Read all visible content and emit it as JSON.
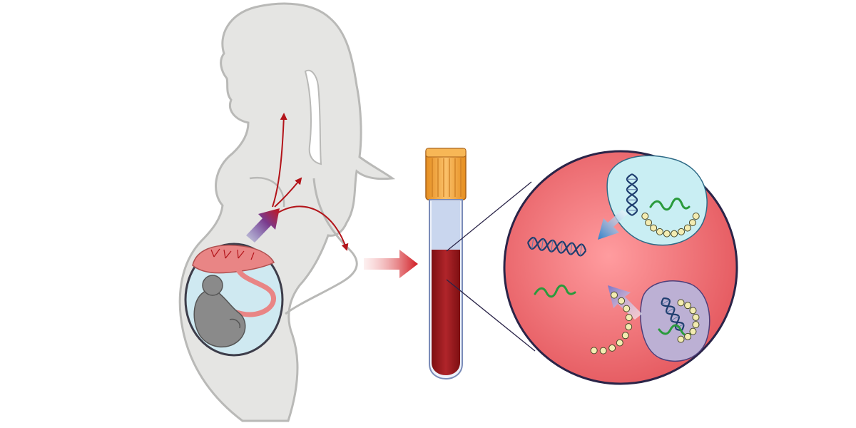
{
  "diagram": {
    "labels": [],
    "elements": [
      "mother-silhouette",
      "uterus",
      "placenta",
      "umbilical-cord",
      "fetus",
      "circulation-arrows",
      "blood-draw-arrow",
      "blood-tube",
      "magnified-plasma-circle",
      "cell-with-nucleic-acids",
      "cell-free-dna",
      "cell-free-rna",
      "cell-free-vesicle-chain"
    ]
  },
  "colors": {
    "silhouette_fill": "#e5e5e3",
    "silhouette_stroke": "#b9b9b7",
    "blood": "#9e1b1e",
    "plasma": "#c9d6ee",
    "tube_cap": "#f5a43a",
    "circle_fill": "#ef6f74",
    "circle_stroke": "#2a2448",
    "arrow_red": "#c4161c",
    "placenta": "#e98585",
    "uterus_fluid": "#cfe9f1",
    "cell_blue": "#c9eef3",
    "cell_purple": "#bcb0d4",
    "dna": "#1e3d6e",
    "rna": "#2a9a3c",
    "vesicle": "#f3ecb2"
  }
}
